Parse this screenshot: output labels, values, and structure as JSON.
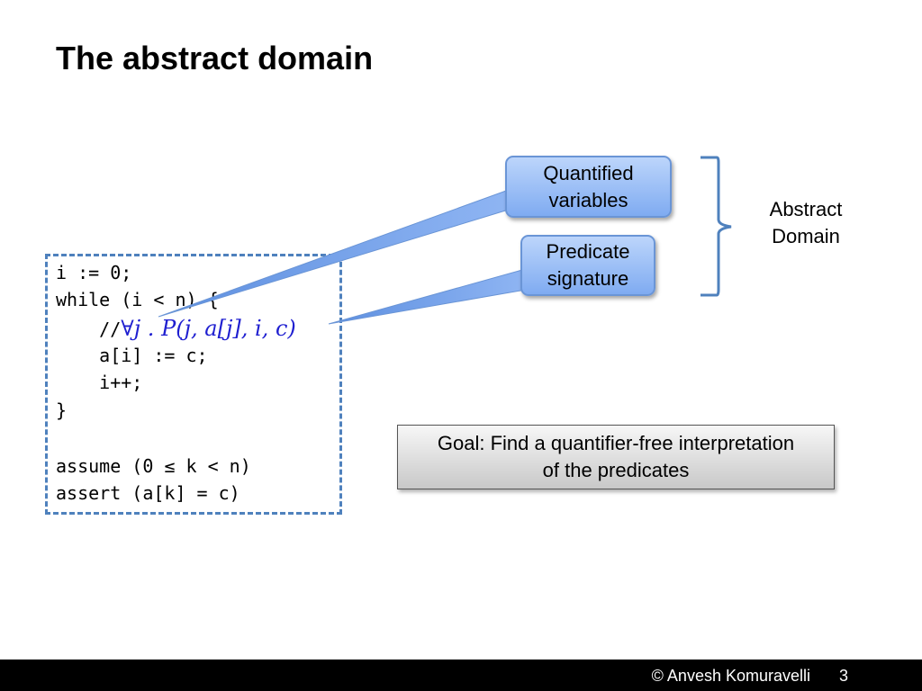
{
  "slide": {
    "title": "The abstract domain",
    "code": {
      "line1": "i := 0;",
      "line2": "while (i < n) {",
      "line3_prefix": "    //",
      "line3_math": "∀j . P(j, a[j], i, c)",
      "line4": "    a[i] := c;",
      "line5": "    i++;",
      "line6": "}",
      "line7": "assume (0 ≤ k < n)",
      "line8": "assert (a[k] = c)"
    },
    "callouts": {
      "quantified": {
        "line1": "Quantified",
        "line2": "variables"
      },
      "predicate": {
        "line1": "Predicate",
        "line2": "signature"
      }
    },
    "domain_label": {
      "line1": "Abstract",
      "line2": "Domain"
    },
    "goal": {
      "line1": "Goal: Find a quantifier-free interpretation",
      "line2": "of the predicates"
    },
    "footer": {
      "copyright": "© Anvesh Komuravelli",
      "page_number": "3"
    }
  },
  "colors": {
    "accent_blue": "#4f81bd",
    "callout_fill": "#7fabf1",
    "math_blue": "#1f1fd0"
  }
}
